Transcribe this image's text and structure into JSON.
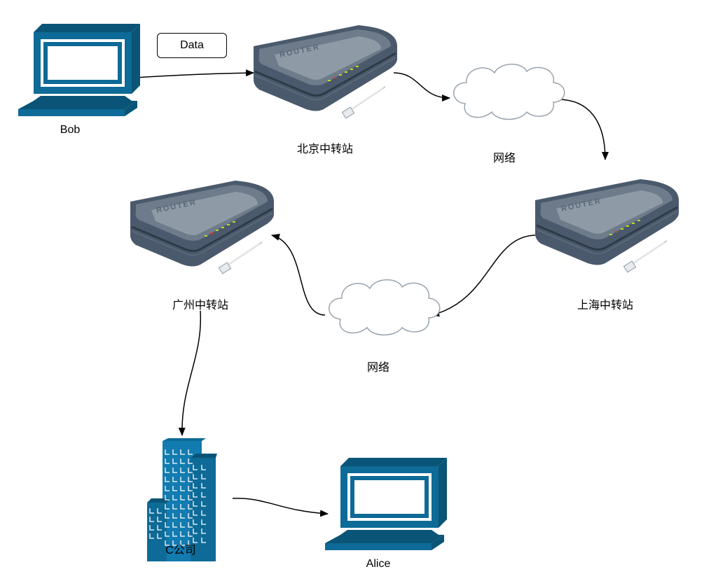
{
  "diagram": {
    "data_label": "Data",
    "nodes": {
      "bob": "Bob",
      "beijing": "北京中转站",
      "network_top": "网络",
      "shanghai": "上海中转站",
      "network_bottom": "网络",
      "guangzhou": "广州中转站",
      "company": "C公司",
      "alice": "Alice"
    },
    "router_text": "ROUTER"
  },
  "colors": {
    "computer": "#0e6a96",
    "computer_dark": "#0a5478",
    "router_body": "#4a5a6c",
    "router_top": "#8e9aa6",
    "building": "#127bb0",
    "cloud_stroke": "#9aa4ae",
    "arrow": "#000000"
  }
}
